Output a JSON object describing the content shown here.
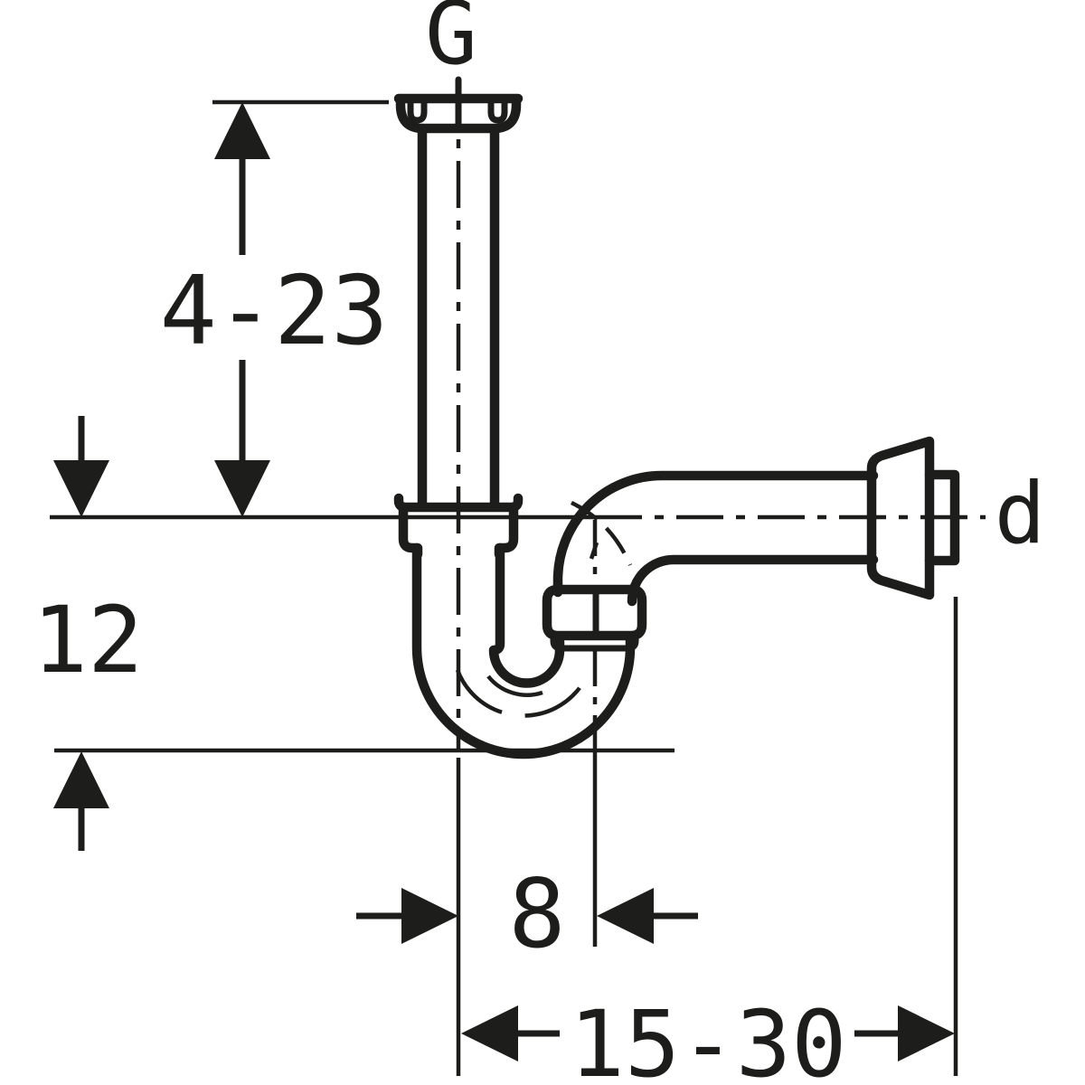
{
  "diagram": {
    "type": "technical-dimensional-drawing",
    "subject": "pipe-trap-side-view",
    "line_color": "#1d1d1b",
    "background_color": "#ffffff",
    "labels": {
      "inlet_thread": "G",
      "outlet_diameter": "d"
    },
    "dimensions": {
      "inlet_tube_length": "4-23",
      "trap_depth": "12",
      "trap_offset": "8",
      "outlet_projection": "15-30"
    }
  }
}
